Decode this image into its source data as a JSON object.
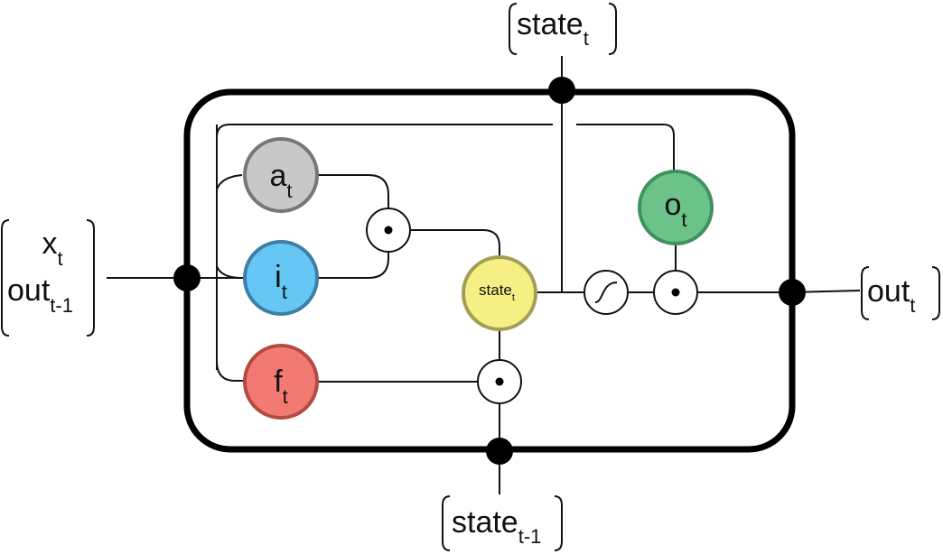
{
  "diagram": {
    "gates": {
      "a": {
        "base": "a",
        "sub": "t",
        "fill": "#c8c8c8",
        "stroke": "#777777"
      },
      "i": {
        "base": "i",
        "sub": "t",
        "fill": "#66c7f4",
        "stroke": "#3d7fa8"
      },
      "f": {
        "base": "f",
        "sub": "t",
        "fill": "#f27a72",
        "stroke": "#b54a42"
      },
      "o": {
        "base": "o",
        "sub": "t",
        "fill": "#6cc38a",
        "stroke": "#3f9260"
      },
      "state": {
        "base": "state",
        "sub": "t",
        "fill": "#f6ef84",
        "stroke": "#a49e55"
      }
    },
    "labels": {
      "input_x": {
        "base": "x",
        "sub": "t"
      },
      "input_out_prev": {
        "base": "out",
        "sub": "t-1"
      },
      "state_top": {
        "base": "state",
        "sub": "t"
      },
      "state_bottom": {
        "base": "state",
        "sub": "t-1"
      },
      "output": {
        "base": "out",
        "sub": "t"
      }
    },
    "operators": {
      "multiply_symbol": "•",
      "activation_icon": "sigmoid-icon"
    }
  }
}
